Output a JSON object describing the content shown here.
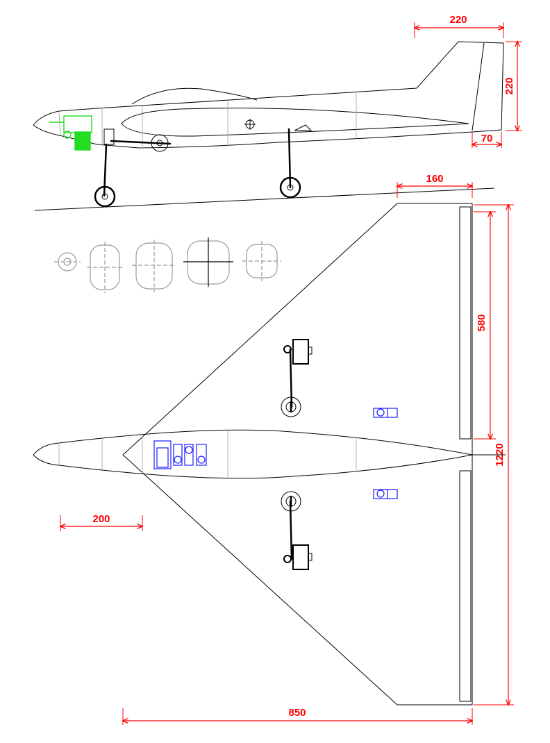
{
  "drawing": {
    "colors": {
      "dimension": "#ff0000",
      "outline": "#000000",
      "cross_section": "#9a9a9a",
      "servo": "#1a1aff",
      "engine": "#22dd22"
    },
    "dimensions": {
      "fin_span": "220",
      "fin_height": "220",
      "fin_root_offset": "70",
      "elevon_chord": "160",
      "elevon_span": "580",
      "wing_span": "1220",
      "scale_bar": "200",
      "wing_root_length": "850"
    }
  }
}
